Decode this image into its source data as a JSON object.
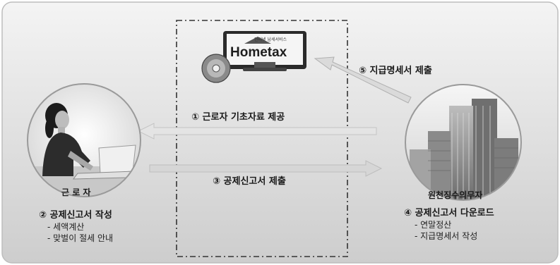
{
  "hometax": {
    "logo_text": "Hometax",
    "logo_subtitle": "인터넷 납세서비스"
  },
  "steps": {
    "step1": "① 근로자 기초자료 제공",
    "step3": "③ 공제신고서 제출",
    "step5": "⑤ 지급명세서 제출"
  },
  "worker": {
    "title": "근 로 자",
    "task_title": "② 공제신고서 작성",
    "task_items": [
      "- 세액계산",
      "- 맞벌이 절세 안내"
    ]
  },
  "employer": {
    "title": "원천징수의무자",
    "task_title": "④ 공제신고서 다운로드",
    "task_items": [
      "- 연말정산",
      "- 지급명세서 작성"
    ]
  },
  "colors": {
    "background_top": "#f2f2f2",
    "background_bottom": "#cfcfcf",
    "arrow_fill": "#d9d9d9",
    "arrow_stroke": "#b8b8b8"
  }
}
